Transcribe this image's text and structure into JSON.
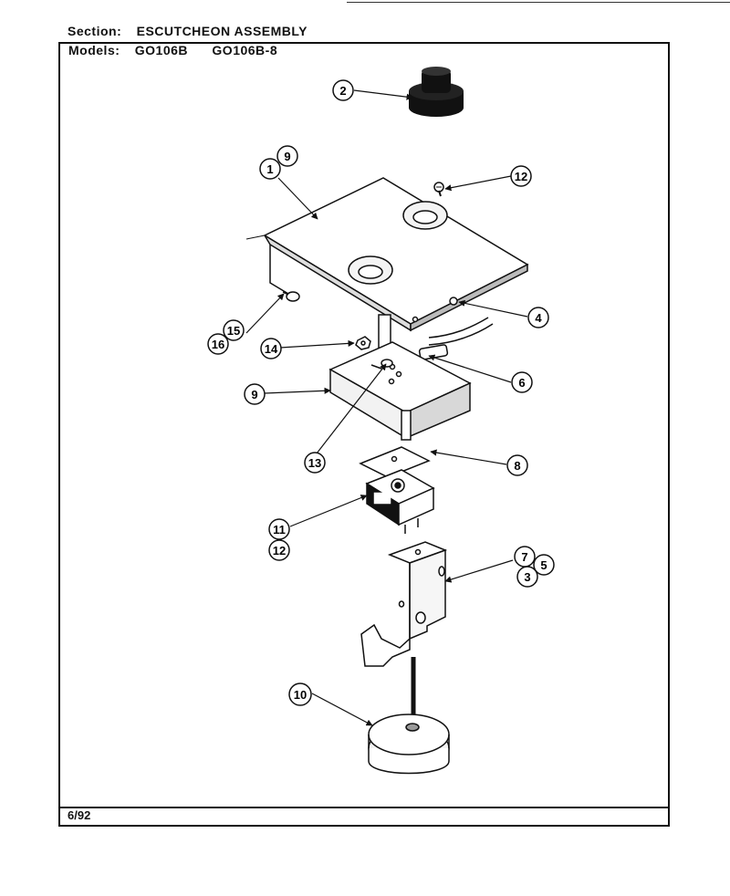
{
  "header": {
    "section_label": "Section:",
    "section_value": "ESCUTCHEON ASSEMBLY",
    "models_label": "Models:",
    "models": [
      "GO106B",
      "GO106B-8"
    ]
  },
  "footer": {
    "date": "6/92"
  },
  "callouts": {
    "c1": "1",
    "c2": "2",
    "c3": "3",
    "c4": "4",
    "c5": "5",
    "c6": "6",
    "c7": "7",
    "c8": "8",
    "c9_top": "9",
    "c9_box": "9",
    "c10": "10",
    "c11": "11",
    "c12_screw": "12",
    "c12_switch": "12",
    "c13": "13",
    "c14": "14",
    "c15": "15",
    "c16": "16"
  }
}
